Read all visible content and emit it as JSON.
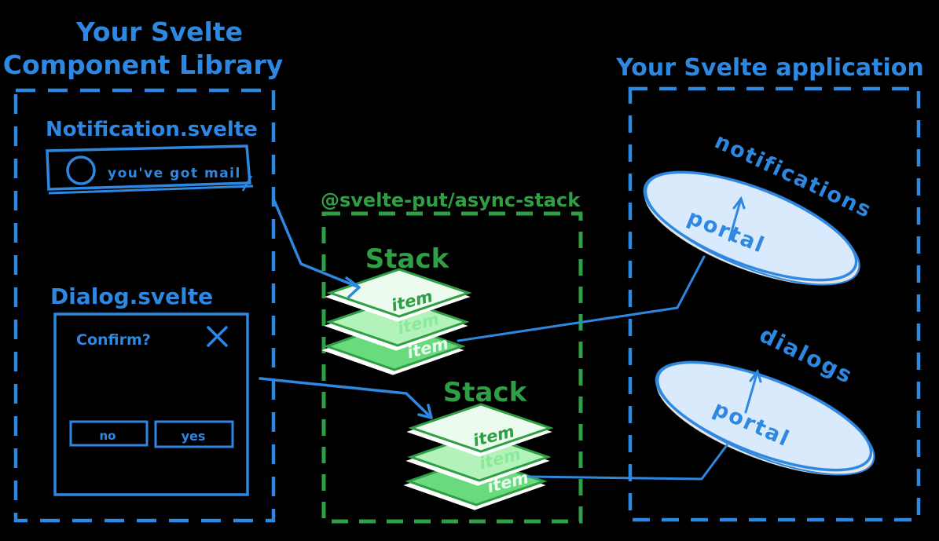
{
  "colors": {
    "background": "#000000",
    "blue_stroke": "#2e87e0",
    "blue_fill_light": "#d9eafc",
    "green_stroke": "#2f9e44",
    "green_fill_lightest": "#ebfbee",
    "green_fill_light": "#b2f2bb",
    "green_fill_medium": "#69db7c",
    "green_text_light": "#8ce99a",
    "green_text_white": "#e9fcf2"
  },
  "library": {
    "title_line1": "Your Svelte",
    "title_line2": "Component Library",
    "notification": {
      "filename": "Notification.svelte",
      "banner_text": "you've got mail"
    },
    "dialog": {
      "filename": "Dialog.svelte",
      "title": "Confirm?",
      "no_label": "no",
      "yes_label": "yes"
    }
  },
  "package": {
    "title": "@svelte-put/async-stack",
    "stacks": [
      {
        "label": "Stack",
        "items": [
          "item",
          "item",
          "item"
        ]
      },
      {
        "label": "Stack",
        "items": [
          "item",
          "item",
          "item"
        ]
      }
    ]
  },
  "application": {
    "title": "Your Svelte application",
    "portals": [
      {
        "name": "notifications",
        "label": "portal"
      },
      {
        "name": "dialogs",
        "label": "portal"
      }
    ]
  }
}
